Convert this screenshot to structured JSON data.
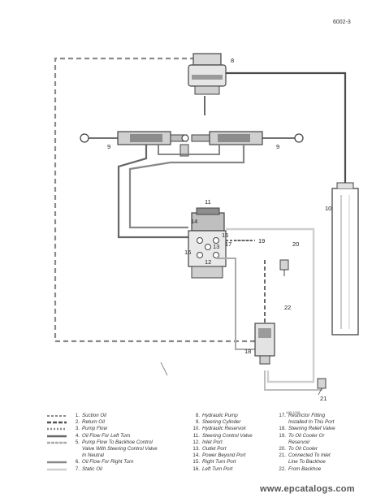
{
  "document_id": "6002-3",
  "drawing_ref": "A82-1095",
  "watermark": "www.epcatalogs.com",
  "callouts": {
    "c8": "8",
    "c9_left": "9",
    "c9_right": "9",
    "c10": "10",
    "c11": "11",
    "c12": "12",
    "c13": "13",
    "c14": "14",
    "c15": "15",
    "c16": "16",
    "c17": "17",
    "c18": "18",
    "c19": "19",
    "c20": "20",
    "c21": "21",
    "c22": "22"
  },
  "legend_col1": [
    {
      "num": "1.",
      "text": "Suction Oil"
    },
    {
      "num": "2.",
      "text": "Return Oil"
    },
    {
      "num": "3.",
      "text": "Pump Flow"
    },
    {
      "num": "4.",
      "text": "Oil Flow For Left Turn"
    },
    {
      "num": "5.",
      "text": "Pump Flow To Backhoe Control"
    },
    {
      "num": "",
      "text": "Valve With Steering Control Valve"
    },
    {
      "num": "",
      "text": "In Neutral"
    },
    {
      "num": "6.",
      "text": "Oil Flow For Right Turn"
    },
    {
      "num": "7.",
      "text": "Static Oil"
    }
  ],
  "legend_col2": [
    {
      "num": "8.",
      "text": "Hydraulic Pump"
    },
    {
      "num": "9.",
      "text": "Steering Cylinder"
    },
    {
      "num": "10.",
      "text": "Hydraulic Reservoir"
    },
    {
      "num": "11.",
      "text": "Steering Control Valve"
    },
    {
      "num": "12.",
      "text": "Inlet Port"
    },
    {
      "num": "13.",
      "text": "Outlet Port"
    },
    {
      "num": "14.",
      "text": "Power Beyond Port"
    },
    {
      "num": "15.",
      "text": "Right Turn Port"
    },
    {
      "num": "16.",
      "text": "Left Turn Port"
    }
  ],
  "legend_col3": [
    {
      "num": "17.",
      "text": "Restrictor Fitting"
    },
    {
      "num": "",
      "text": "Installed In This Port"
    },
    {
      "num": "18.",
      "text": "Steering Relief Valve"
    },
    {
      "num": "19.",
      "text": "To Oil Cooler Or"
    },
    {
      "num": "",
      "text": "Reservoir"
    },
    {
      "num": "20.",
      "text": "To Oil Cooler"
    },
    {
      "num": "21.",
      "text": "Connected To Inlet"
    },
    {
      "num": "",
      "text": "Line To Backhoe"
    },
    {
      "num": "22.",
      "text": "From Backhoe"
    }
  ],
  "line_styles": {
    "suction": "#7a7a7a",
    "return": "#555555",
    "pump": "#8a8a8a",
    "static": "#c8c8c8"
  }
}
